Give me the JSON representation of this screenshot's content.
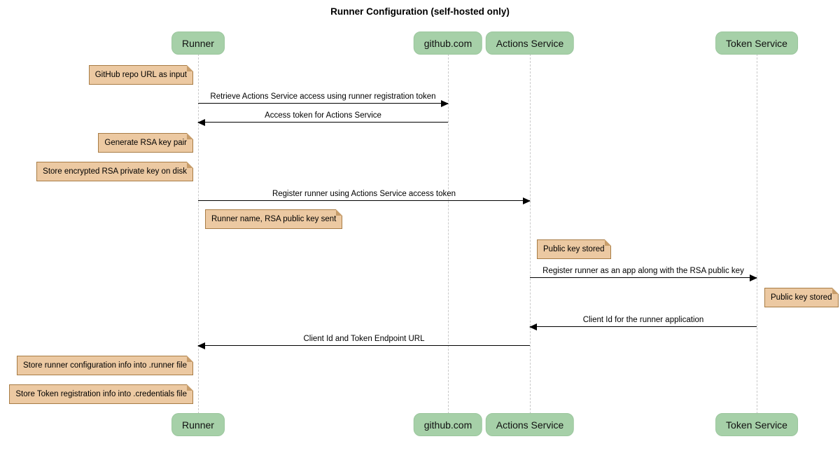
{
  "title": "Runner Configuration (self-hosted only)",
  "diagram_type": "sequence",
  "colors": {
    "participant_fill": "#a6d0a8",
    "note_fill": "#ecc9a2",
    "note_border": "#a87c45",
    "lifeline": "#c9c9c9",
    "arrow": "#000000",
    "background": "#ffffff"
  },
  "participants": [
    {
      "name": "Runner"
    },
    {
      "name": "github.com"
    },
    {
      "name": "Actions Service"
    },
    {
      "name": "Token Service"
    }
  ],
  "messages": [
    {
      "from": "Runner",
      "to": "github.com",
      "direction": "right",
      "label": "Retrieve Actions Service access using runner registration token"
    },
    {
      "from": "github.com",
      "to": "Runner",
      "direction": "left",
      "label": "Access token for Actions Service"
    },
    {
      "from": "Runner",
      "to": "Actions Service",
      "direction": "right",
      "label": "Register runner using Actions Service access token"
    },
    {
      "from": "Actions Service",
      "to": "Token Service",
      "direction": "right",
      "label": "Register runner as an app along with the RSA public key"
    },
    {
      "from": "Token Service",
      "to": "Actions Service",
      "direction": "left",
      "label": "Client Id for the runner application"
    },
    {
      "from": "Actions Service",
      "to": "Runner",
      "direction": "left",
      "label": "Client Id and Token Endpoint URL"
    }
  ],
  "notes": [
    {
      "anchor": "left of Runner",
      "text": "GitHub repo URL as input"
    },
    {
      "anchor": "left of Runner",
      "text": "Generate RSA key pair"
    },
    {
      "anchor": "left of Runner",
      "text": "Store encrypted RSA private key on disk"
    },
    {
      "anchor": "right of Runner",
      "text": "Runner name, RSA public key sent"
    },
    {
      "anchor": "right of Actions Service",
      "text": "Public key stored"
    },
    {
      "anchor": "right of Token Service",
      "text": "Public key stored"
    },
    {
      "anchor": "left of Runner",
      "text": "Store runner configuration info into .runner file"
    },
    {
      "anchor": "left of Runner",
      "text": "Store Token registration info into .credentials file"
    }
  ]
}
